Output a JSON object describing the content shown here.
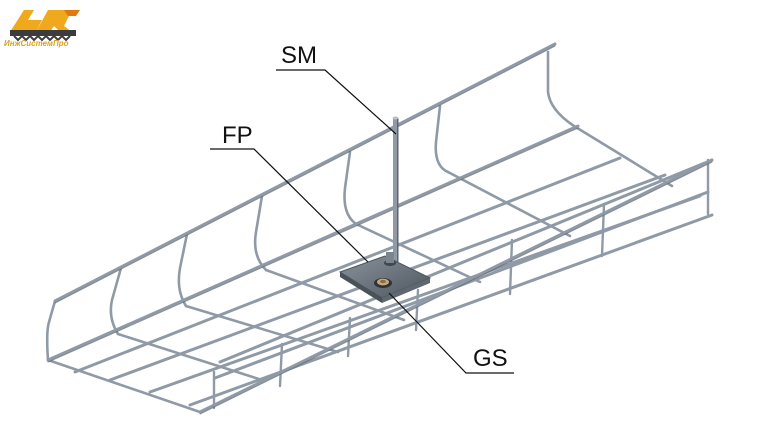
{
  "logo": {
    "caption": "ИнжСистемПро",
    "brand_color": "#f0a81c",
    "dark_color": "#3c3c3c"
  },
  "callouts": {
    "sm": "SM",
    "fp": "FP",
    "gs": "GS"
  },
  "colors": {
    "wire": "#8f9aa6",
    "wire_dark": "#5c6670",
    "plate": "#6e7781",
    "leader": "#111111"
  }
}
